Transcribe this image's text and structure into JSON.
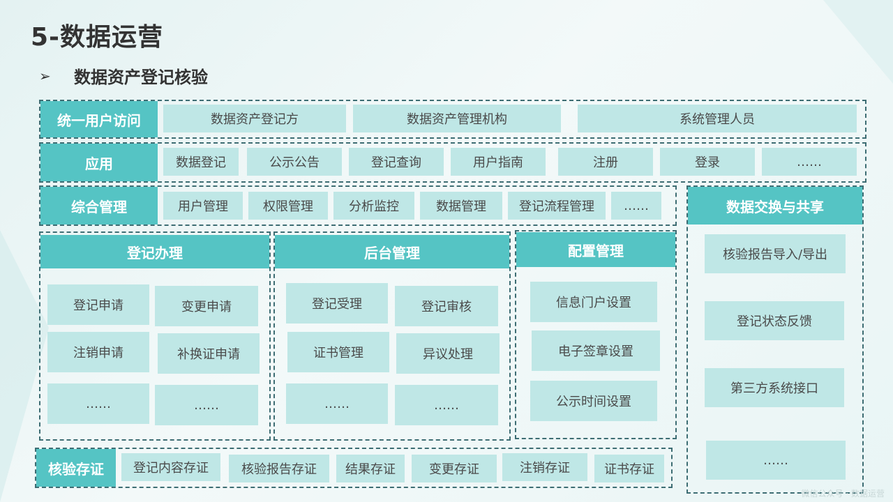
{
  "title": "5-数据运营",
  "subtitle": "数据资产登记核验",
  "arrow_glyph": "➢",
  "unified_access": {
    "label": "统一用户访问",
    "items": [
      "数据资产登记方",
      "数据资产管理机构",
      "系统管理人员"
    ]
  },
  "application": {
    "label": "应用",
    "items": [
      "数据登记",
      "公示公告",
      "登记查询",
      "用户指南",
      "注册",
      "登录",
      "……"
    ]
  },
  "integrated_mgmt": {
    "label": "综合管理",
    "items": [
      "用户管理",
      "权限管理",
      "分析监控",
      "数据管理",
      "登记流程管理",
      "……"
    ]
  },
  "registration": {
    "label": "登记办理",
    "items": [
      "登记申请",
      "变更申请",
      "注销申请",
      "补换证申请",
      "……",
      "……"
    ]
  },
  "backend": {
    "label": "后台管理",
    "items": [
      "登记受理",
      "登记审核",
      "证书管理",
      "异议处理",
      "……",
      "……"
    ]
  },
  "config": {
    "label": "配置管理",
    "items": [
      "信息门户设置",
      "电子签章设置",
      "公示时间设置"
    ]
  },
  "exchange": {
    "label": "数据交换与共享",
    "items": [
      "核验报告导入/导出",
      "登记状态反馈",
      "第三方系统接口",
      "……"
    ]
  },
  "verification": {
    "label": "核验存证",
    "items": [
      "登记内容存证",
      "核验报告存证",
      "结果存证",
      "变更存证",
      "注销存证",
      "证书存证"
    ]
  },
  "watermark": "微信公众号 · 数据运营"
}
